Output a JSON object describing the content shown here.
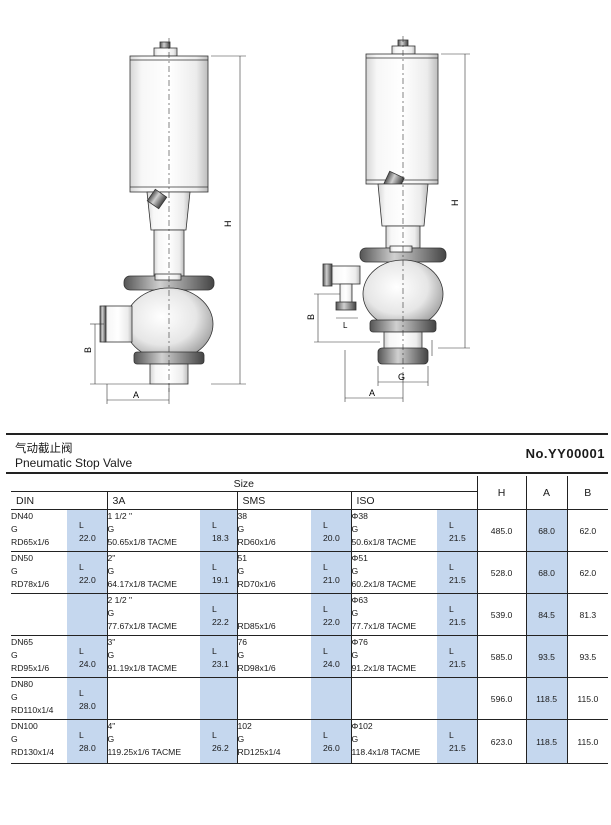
{
  "drawing": {
    "left_dims": {
      "height": "H",
      "width": "A",
      "offset": "B"
    },
    "right_dims": {
      "height": "H",
      "width": "A",
      "offset": "B",
      "length": "L",
      "gasket": "G"
    }
  },
  "header": {
    "title_cn": "气动截止阀",
    "title_en": "Pneumatic Stop Valve",
    "model_no": "No.YY00001"
  },
  "table": {
    "size_label": "Size",
    "standards": [
      "DIN",
      "3A",
      "SMS",
      "ISO"
    ],
    "dim_headers": [
      "H",
      "A",
      "B"
    ],
    "rows": [
      {
        "din": {
          "name": "DN40",
          "g": "G",
          "spec": "RD65x1/6",
          "l_label": "L",
          "l_value": "22.0"
        },
        "a3": {
          "name": "1 1/2 \"",
          "g": "G",
          "spec": "50.65x1/8 TACME",
          "l_label": "L",
          "l_value": "18.3"
        },
        "sms": {
          "name": "38",
          "g": "G",
          "spec": "RD60x1/6",
          "l_label": "L",
          "l_value": "20.0"
        },
        "iso": {
          "name": "Φ38",
          "g": "G",
          "spec": "50.6x1/8 TACME",
          "l_label": "L",
          "l_value": "21.5"
        },
        "h": "485.0",
        "a": "68.0",
        "b": "62.0"
      },
      {
        "din": {
          "name": "DN50",
          "g": "G",
          "spec": "RD78x1/6",
          "l_label": "L",
          "l_value": "22.0"
        },
        "a3": {
          "name": "2\"",
          "g": "G",
          "spec": "64.17x1/8 TACME",
          "l_label": "L",
          "l_value": "19.1"
        },
        "sms": {
          "name": "51",
          "g": "G",
          "spec": "RD70x1/6",
          "l_label": "L",
          "l_value": "21.0"
        },
        "iso": {
          "name": "Φ51",
          "g": "G",
          "spec": "60.2x1/8 TACME",
          "l_label": "L",
          "l_value": "21.5"
        },
        "h": "528.0",
        "a": "68.0",
        "b": "62.0"
      },
      {
        "din": {
          "name": "",
          "g": "",
          "spec": "",
          "l_label": "",
          "l_value": ""
        },
        "a3": {
          "name": "2 1/2 \"",
          "g": "G",
          "spec": "77.67x1/8 TACME",
          "l_label": "L",
          "l_value": "22.2"
        },
        "sms": {
          "name": "",
          "g": "",
          "spec": "RD85x1/6",
          "l_label": "L",
          "l_value": "22.0"
        },
        "iso": {
          "name": "Φ63",
          "g": "G",
          "spec": "77.7x1/8 TACME",
          "l_label": "L",
          "l_value": "21.5"
        },
        "h": "539.0",
        "a": "84.5",
        "b": "81.3"
      },
      {
        "din": {
          "name": "DN65",
          "g": "G",
          "spec": "RD95x1/6",
          "l_label": "L",
          "l_value": "24.0"
        },
        "a3": {
          "name": "3\"",
          "g": "G",
          "spec": "91.19x1/8 TACME",
          "l_label": "L",
          "l_value": "23.1"
        },
        "sms": {
          "name": "76",
          "g": "G",
          "spec": "RD98x1/6",
          "l_label": "L",
          "l_value": "24.0"
        },
        "iso": {
          "name": "Φ76",
          "g": "G",
          "spec": "91.2x1/8 TACME",
          "l_label": "L",
          "l_value": "21.5"
        },
        "h": "585.0",
        "a": "93.5",
        "b": "93.5"
      },
      {
        "din": {
          "name": "DN80",
          "g": "G",
          "spec": "RD110x1/4",
          "l_label": "L",
          "l_value": "28.0"
        },
        "a3": {
          "name": "",
          "g": "",
          "spec": "",
          "l_label": "",
          "l_value": ""
        },
        "sms": {
          "name": "",
          "g": "",
          "spec": "",
          "l_label": "",
          "l_value": ""
        },
        "iso": {
          "name": "",
          "g": "",
          "spec": "",
          "l_label": "",
          "l_value": ""
        },
        "h": "596.0",
        "a": "118.5",
        "b": "115.0"
      },
      {
        "din": {
          "name": "DN100",
          "g": "G",
          "spec": "RD130x1/4",
          "l_label": "L",
          "l_value": "28.0"
        },
        "a3": {
          "name": "4\"",
          "g": "G",
          "spec": "119.25x1/6 TACME",
          "l_label": "L",
          "l_value": "26.2"
        },
        "sms": {
          "name": "102",
          "g": "G",
          "spec": "RD125x1/4",
          "l_label": "L",
          "l_value": "26.0"
        },
        "iso": {
          "name": "Φ102",
          "g": "G",
          "spec": "118.4x1/8 TACME",
          "l_label": "L",
          "l_value": "21.5"
        },
        "h": "623.0",
        "a": "118.5",
        "b": "115.0"
      }
    ]
  }
}
